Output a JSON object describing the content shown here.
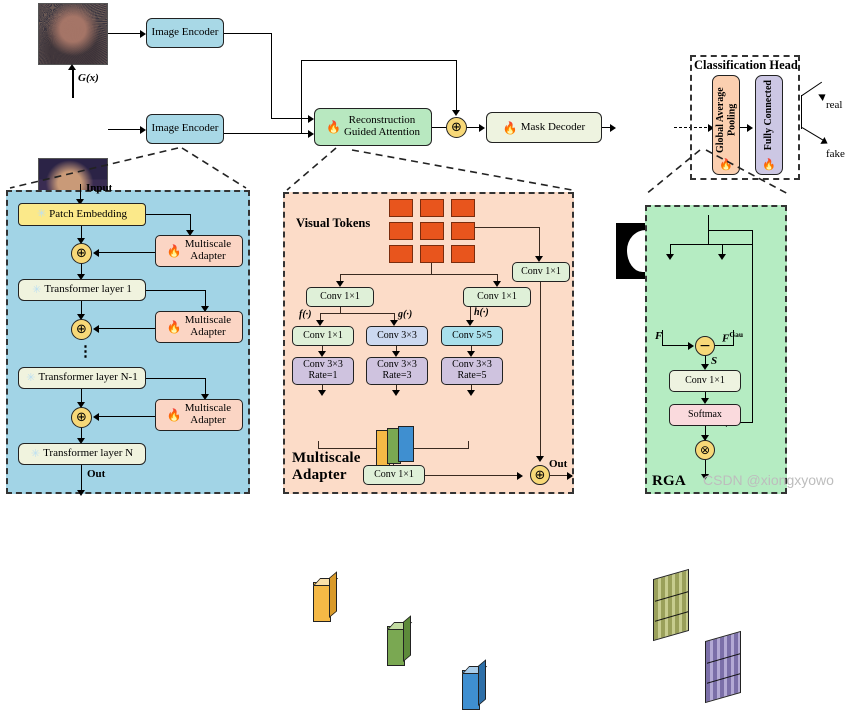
{
  "figure": {
    "watermark": "CSDN @xiongxyowo"
  },
  "pipeline": {
    "gx_label": "G(x)",
    "encoder_top_label": "Image Encoder",
    "encoder_bottom_label": "Image Encoder",
    "rga_block_label_line1": "Reconstruction",
    "rga_block_label_line2": "Guided Attention",
    "mask_decoder_label": "Mask Decoder",
    "add_symbol": "⊕",
    "noisy_image_alt": "noisy-reconstructed-face",
    "input_image_alt": "input-face",
    "mask_image_alt": "predicted-binary-face-mask"
  },
  "classification_head": {
    "title": "Classification Head",
    "gap_label": "Global Average Pooling",
    "fc_label": "Fully Connected",
    "output_real": "real",
    "output_fake": "fake"
  },
  "encoder_panel": {
    "input_label": "Input",
    "out_label": "Out",
    "patch_embedding": "Patch Embedding",
    "adapter_label_line1": "Multiscale",
    "adapter_label_line2": "Adapter",
    "ellipsis": "⋮",
    "add_symbol": "⊕",
    "layers": [
      "Transformer layer 1",
      "Transformer layer N-1",
      "Transformer layer N"
    ]
  },
  "multiscale_adapter": {
    "title_line1": "Multiscale",
    "title_line2": "Adapter",
    "visual_tokens_label": "Visual Tokens",
    "out_label": "Out",
    "add_symbol": "⊕",
    "branch_fn_labels": [
      "f(·)",
      "g(·)",
      "h(·)"
    ],
    "conv_left_top": "Conv 1×1",
    "conv_right_top": "Conv 1×1",
    "conv_skip": "Conv 1×1",
    "conv_fuse": "Conv 1×1",
    "branches": [
      {
        "kernel": "Conv 1×1",
        "dilated_line1": "Conv 3×3",
        "dilated_line2": "Rate=1",
        "color": "#f5b946"
      },
      {
        "kernel": "Conv 3×3",
        "dilated_line1": "Conv 3×3",
        "dilated_line2": "Rate=3",
        "color": "#7aa852"
      },
      {
        "kernel": "Conv 5×5",
        "dilated_line1": "Conv 3×3",
        "dilated_line2": "Rate=5",
        "color": "#3f8fd0"
      }
    ]
  },
  "rga_panel": {
    "title": "RGA",
    "feature_label": "F",
    "feature_gauss_label": "F",
    "feature_gauss_superscript": "Gau",
    "similarity_label": "S",
    "conv_label": "Conv 1×1",
    "softmax_label": "Softmax",
    "subtract_symbol": "−",
    "multiply_symbol": "⊗"
  },
  "colors": {
    "encoder_panel_bg": "#a2d4e6",
    "adapter_panel_bg": "#fcdcc8",
    "rga_panel_bg": "#b5ecc2",
    "image_encoder_box": "#a8d8e6",
    "attention_box": "#b8e8c0",
    "patch_embedding_box": "#fbe98a",
    "adapter_box": "#fbd5c4",
    "transformer_box": "#f0f3de",
    "add_circle": "#f7d878",
    "token_color": "#e8551d",
    "gap_box": "#fbcfb0",
    "fc_box": "#ccc7e4",
    "softmax_box": "#fadadd"
  },
  "icons": {
    "fire": "🔥",
    "snowflake": "✱"
  }
}
